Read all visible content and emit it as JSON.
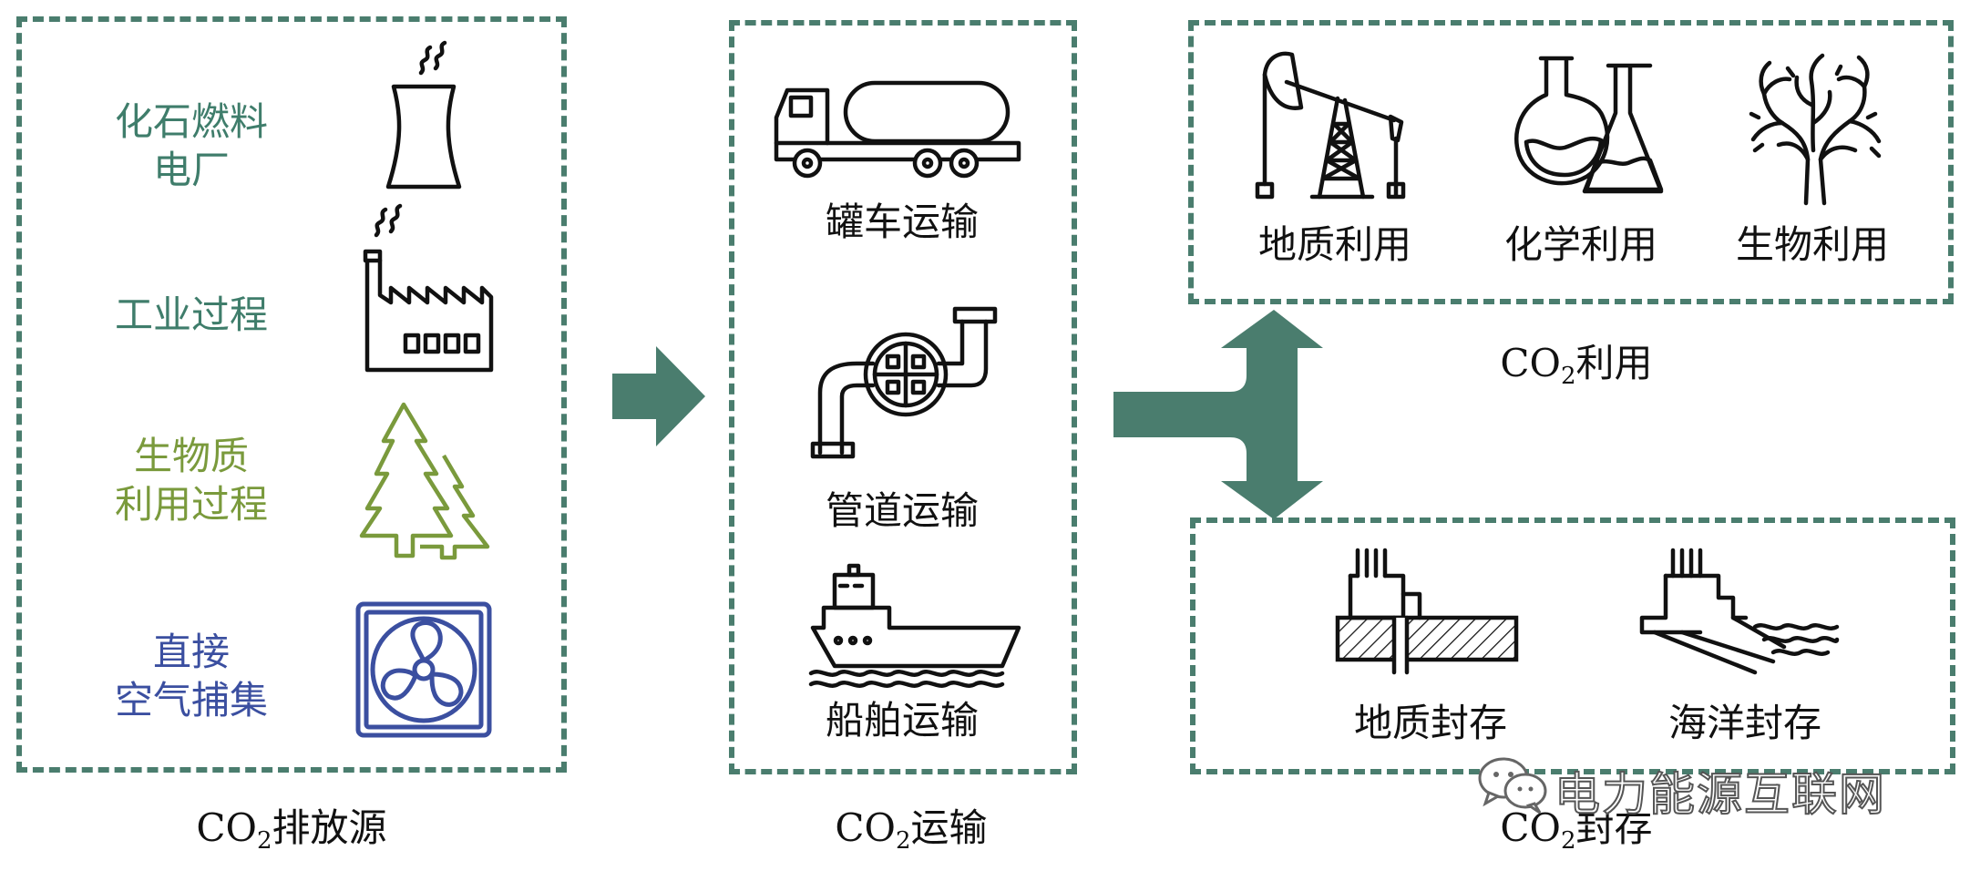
{
  "colors": {
    "accent": "#4a7d6e",
    "fossil": "#3f7d6b",
    "industry": "#3f7d6b",
    "biomass": "#7a9a3c",
    "dac": "#3b4fa0"
  },
  "icons": {
    "fossil": "cooling-tower-icon",
    "industry": "factory-icon",
    "biomass": "pine-trees-icon",
    "dac": "fan-icon",
    "truck": "tanker-truck-icon",
    "pipeline": "pipeline-valve-icon",
    "ship": "ship-icon",
    "geo_use": "oil-pump-jack-icon",
    "chem_use": "chemistry-flask-icon",
    "bio_use": "algae-coral-icon",
    "geo_store": "geological-storage-icon",
    "ocean_store": "ocean-storage-icon",
    "watermark": "wechat-icon"
  },
  "sources": {
    "caption_prefix": "CO",
    "caption_sub": "2",
    "caption_suffix": "排放源",
    "fossil_l1": "化石燃料",
    "fossil_l2": "电厂",
    "industry": "工业过程",
    "biomass_l1": "生物质",
    "biomass_l2": "利用过程",
    "dac_l1": "直接",
    "dac_l2": "空气捕集"
  },
  "transport": {
    "caption_prefix": "CO",
    "caption_sub": "2",
    "caption_suffix": "运输",
    "truck": "罐车运输",
    "pipeline": "管道运输",
    "ship": "船舶运输"
  },
  "utilization": {
    "caption_prefix": "CO",
    "caption_sub": "2",
    "caption_suffix": "利用",
    "geo": "地质利用",
    "chem": "化学利用",
    "bio": "生物利用"
  },
  "storage": {
    "caption_prefix": "CO",
    "caption_sub": "2",
    "caption_suffix": "封存",
    "geo": "地质封存",
    "ocean": "海洋封存"
  },
  "watermark": "电力能源互联网"
}
